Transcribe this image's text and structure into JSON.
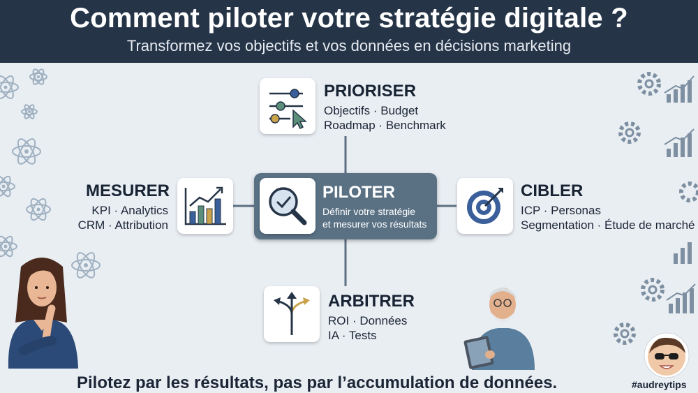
{
  "header": {
    "title": "Comment piloter votre stratégie digitale ?",
    "subtitle": "Transformez vos objectifs et vos données en décisions marketing"
  },
  "center": {
    "title": "PILOTER",
    "line1": "Définir votre stratégie",
    "line2": "et mesurer vos résultats"
  },
  "prioriser": {
    "title": "PRIORISER",
    "line1": "Objectifs · Budget",
    "line2": "Roadmap · Benchmark"
  },
  "mesurer": {
    "title": "MESURER",
    "line1": "KPI · Analytics",
    "line2": "CRM · Attribution"
  },
  "cibler": {
    "title": "CIBLER",
    "line1": "ICP · Personas",
    "line2": "Segmentation · Étude de marché"
  },
  "arbitrer": {
    "title": "ARBITRER",
    "line1": "ROI · Données",
    "line2": "IA · Tests"
  },
  "footer": {
    "text": "Pilotez par les résultats, pas par l’accumulation de données."
  },
  "hashtag": "#audreytips",
  "colors": {
    "header_bg": "#253447",
    "center_bg": "#5a7184",
    "page_bg": "#e9eef3",
    "accent_blue": "#3a5f9a",
    "accent_green": "#5b8f7a",
    "accent_gold": "#c9a24a"
  },
  "icons": {
    "prioriser": "sliders-cursor-icon",
    "mesurer": "bar-chart-icon",
    "center": "magnifier-check-icon",
    "cibler": "target-arrow-icon",
    "arbitrer": "branching-arrows-icon"
  }
}
